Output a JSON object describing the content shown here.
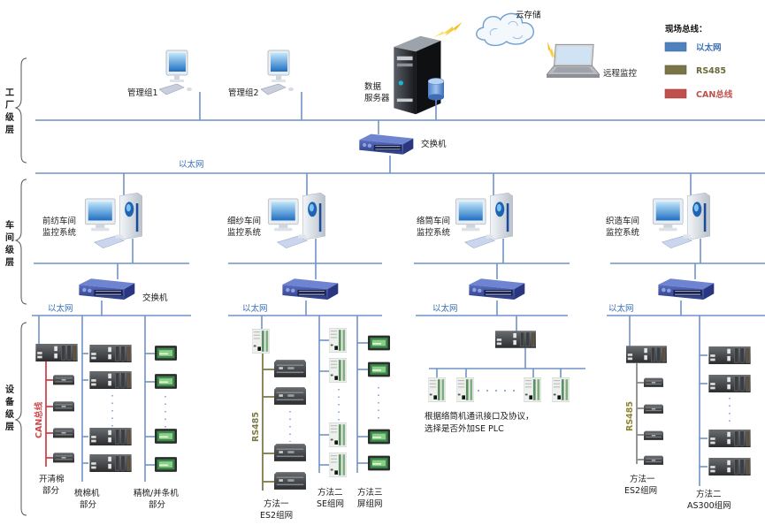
{
  "legend": {
    "title": "现场总线：",
    "items": [
      {
        "label": "以太网",
        "color": "#4f81bd",
        "text_color": "#3a6fb5"
      },
      {
        "label": "RS485",
        "color": "#7a7548",
        "text_color": "#6b6a3a"
      },
      {
        "label": "CAN总线",
        "color": "#c0504d",
        "text_color": "#c0504d"
      }
    ]
  },
  "layers": {
    "factory": "工厂级层",
    "workshop": "车间级层",
    "device": "设备级层"
  },
  "factory": {
    "mgmt1": "管理组1",
    "mgmt2": "管理组2",
    "server_line1": "数据",
    "server_line2": "服务器",
    "cloud": "云存储",
    "remote": "远程监控",
    "switch": "交换机",
    "ethernet": "以太网"
  },
  "workshops": [
    {
      "line1": "前纺车间",
      "line2": "监控系统",
      "switch": "交换机",
      "ethernet": "以太网"
    },
    {
      "line1": "细纱车间",
      "line2": "监控系统",
      "ethernet": "以太网"
    },
    {
      "line1": "络筒车间",
      "line2": "监控系统",
      "ethernet": "以太网"
    },
    {
      "line1": "织造车间",
      "line2": "监控系统",
      "ethernet": "以太网"
    }
  ],
  "device": {
    "g1": {
      "can_label": "CAN总线",
      "part1": [
        "开清棉",
        "部分"
      ],
      "part2": [
        "梳棉机",
        "部分"
      ],
      "part3": [
        "精梳/并条机",
        "部分"
      ]
    },
    "g2": {
      "rs_label": "RS485",
      "m1": [
        "方法一",
        "ES2组网"
      ],
      "m2": [
        "方法二",
        "SE组网"
      ],
      "m3": [
        "方法三",
        "屏组网"
      ]
    },
    "g3": {
      "note1": "根据络筒机通讯接口及协议，",
      "note2": "选择是否外加SE PLC"
    },
    "g4": {
      "rs_label": "RS485",
      "m1": [
        "方法一",
        "ES2组网"
      ],
      "m2": [
        "方法二",
        "AS300组网"
      ]
    }
  },
  "colors": {
    "ethernet": "#6f93c8",
    "rs485": "#7d7a4a",
    "can": "#d0464d"
  }
}
